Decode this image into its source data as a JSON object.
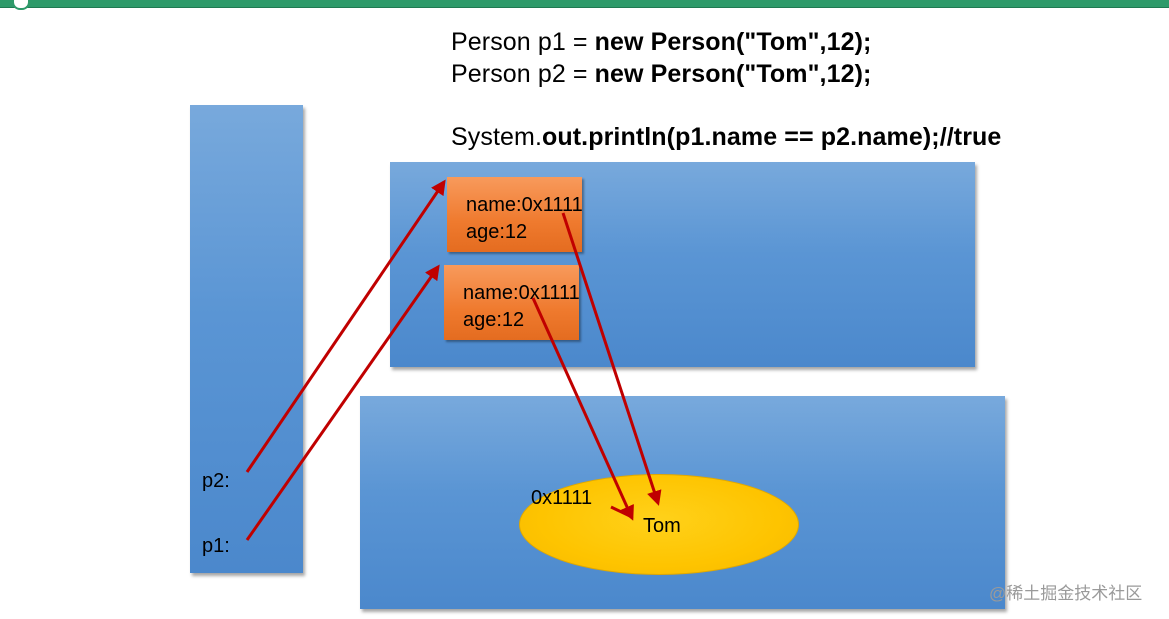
{
  "code": {
    "line1": {
      "plain": "Person p1 = ",
      "bold": "new Person(\"Tom\",12);"
    },
    "line2": {
      "plain": "Person p2 = ",
      "bold": "new Person(\"Tom\",12);"
    },
    "line3": {
      "plain": "System.",
      "bold": "out.println(p1.name == p2.name);//true"
    }
  },
  "heap": {
    "objects": [
      {
        "name": "name:0x1111",
        "age": "age:12"
      },
      {
        "name": "name:0x1111",
        "age": "age:12"
      }
    ]
  },
  "stack": {
    "p2": "p2:",
    "p1": "p1:"
  },
  "pool": {
    "address": "0x1111",
    "value": "Tom"
  },
  "watermark": "@稀土掘金技术社区",
  "colors": {
    "arrow": "#c00000",
    "panel": "#5a95d4",
    "object": "#ef7a2e",
    "string": "#fec400",
    "topbar": "#2e9a6a"
  }
}
